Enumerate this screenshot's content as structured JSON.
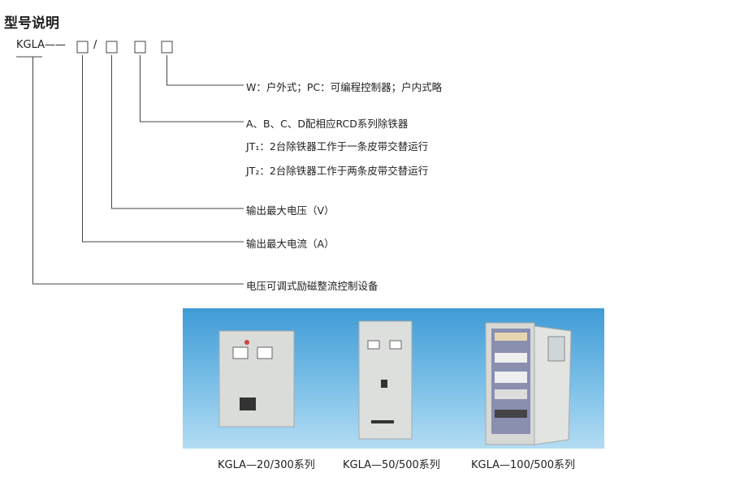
{
  "title": "型号说明",
  "code": {
    "prefix": "KGLA——",
    "slash": "/"
  },
  "descriptions": [
    "W：户外式；PC：可编程控制器；户内式略",
    "A、B、C、D配相应RCD系列除铁器",
    "JT₁：2台除铁器工作于一条皮带交替运行",
    "JT₂：2台除铁器工作于两条皮带交替运行",
    "输出最大电压（V）",
    "输出最大电流（A）",
    "电压可调式励磁整流控制设备"
  ],
  "captions": [
    "KGLA—20/300系列",
    "KGLA—50/500系列",
    "KGLA—100/500系列"
  ]
}
